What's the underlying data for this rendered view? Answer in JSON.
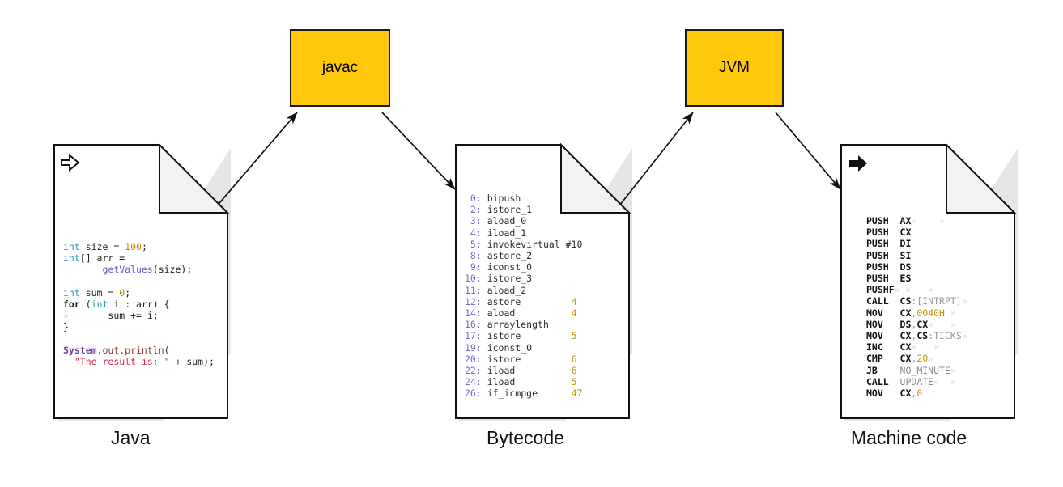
{
  "diagram": {
    "type": "java-compilation-pipeline",
    "background": "#ffffff",
    "accent_box_color": "#FFC80A",
    "stroke_color": "#1a1a1a"
  },
  "process_boxes": [
    {
      "id": "javac",
      "label": "javac"
    },
    {
      "id": "jvm",
      "label": "JVM"
    }
  ],
  "captions": {
    "java": "Java",
    "bytecode": "Bytecode",
    "machine": "Machine code"
  },
  "documents": {
    "java": {
      "caption": "Java",
      "header_icon": "arrow-right-outline-icon",
      "code_lines": [
        [
          {
            "t": "int",
            "c": "t-kw"
          },
          {
            "t": " size = ",
            "c": "t-plain"
          },
          {
            "t": "100",
            "c": "t-num"
          },
          {
            "t": ";",
            "c": "t-plain"
          }
        ],
        [
          {
            "t": "int",
            "c": "t-kw"
          },
          {
            "t": "[] arr =",
            "c": "t-plain"
          }
        ],
        [
          {
            "t": "       ",
            "c": "t-plain"
          },
          {
            "t": "getValues",
            "c": "t-meth"
          },
          {
            "t": "(size);",
            "c": "t-plain"
          }
        ],
        [
          {
            "t": "",
            "c": "t-plain"
          }
        ],
        [
          {
            "t": "int",
            "c": "t-kw"
          },
          {
            "t": " sum = ",
            "c": "t-plain"
          },
          {
            "t": "0",
            "c": "t-num"
          },
          {
            "t": ";",
            "c": "t-plain"
          }
        ],
        [
          {
            "t": "for",
            "c": "t-kw-b"
          },
          {
            "t": " (",
            "c": "t-plain"
          },
          {
            "t": "int",
            "c": "t-kw"
          },
          {
            "t": " i : arr) {",
            "c": "t-plain"
          }
        ],
        [
          {
            "t": "»",
            "c": "t-ws"
          },
          {
            "t": "       sum += i;",
            "c": "t-plain"
          }
        ],
        [
          {
            "t": "}",
            "c": "t-plain"
          }
        ],
        [
          {
            "t": "",
            "c": "t-plain"
          }
        ],
        [
          {
            "t": "System",
            "c": "t-cls"
          },
          {
            "t": ".out.println",
            "c": "t-mem"
          },
          {
            "t": "(",
            "c": "t-plain"
          }
        ],
        [
          {
            "t": "  ",
            "c": "t-plain"
          },
          {
            "t": "\"The result is: \"",
            "c": "t-str"
          },
          {
            "t": " + sum);",
            "c": "t-plain"
          }
        ]
      ]
    },
    "bytecode": {
      "caption": "Bytecode",
      "header_icon": null,
      "instructions": [
        {
          "index": " 0",
          "op": "bipush",
          "arg": ""
        },
        {
          "index": " 2",
          "op": "istore_1",
          "arg": ""
        },
        {
          "index": " 3",
          "op": "aload_0",
          "arg": ""
        },
        {
          "index": " 4",
          "op": "iload_1",
          "arg": ""
        },
        {
          "index": " 5",
          "op": "invokevirtual #10",
          "arg": ""
        },
        {
          "index": " 8",
          "op": "astore_2",
          "arg": ""
        },
        {
          "index": " 9",
          "op": "iconst_0",
          "arg": ""
        },
        {
          "index": "10",
          "op": "istore_3",
          "arg": ""
        },
        {
          "index": "11",
          "op": "aload_2",
          "arg": ""
        },
        {
          "index": "12",
          "op": "astore",
          "arg": "4"
        },
        {
          "index": "14",
          "op": "aload",
          "arg": "4"
        },
        {
          "index": "16",
          "op": "arraylength",
          "arg": ""
        },
        {
          "index": "17",
          "op": "istore",
          "arg": "5"
        },
        {
          "index": "19",
          "op": "iconst_0",
          "arg": ""
        },
        {
          "index": "20",
          "op": "istore",
          "arg": "6"
        },
        {
          "index": "22",
          "op": "iload",
          "arg": "6"
        },
        {
          "index": "24",
          "op": "iload",
          "arg": "5"
        },
        {
          "index": "26",
          "op": "if_icmpge",
          "arg": "47"
        }
      ]
    },
    "machine": {
      "caption": "Machine code",
      "header_icon": "arrow-right-solid-icon",
      "instructions": [
        {
          "mnemonic": "PUSH",
          "operand": [
            {
              "t": "AX",
              "c": "m-reg"
            },
            {
              "t": "»",
              "c": "m-ws"
            },
            {
              "t": "    »",
              "c": "m-ws"
            }
          ]
        },
        {
          "mnemonic": "PUSH",
          "operand": [
            {
              "t": "CX",
              "c": "m-reg"
            }
          ]
        },
        {
          "mnemonic": "PUSH",
          "operand": [
            {
              "t": "DI",
              "c": "m-reg"
            }
          ]
        },
        {
          "mnemonic": "PUSH",
          "operand": [
            {
              "t": "SI",
              "c": "m-reg"
            }
          ]
        },
        {
          "mnemonic": "PUSH",
          "operand": [
            {
              "t": "DS",
              "c": "m-reg"
            }
          ]
        },
        {
          "mnemonic": "PUSH",
          "operand": [
            {
              "t": "ES",
              "c": "m-reg"
            }
          ]
        },
        {
          "mnemonic": "PUSHF",
          "operand": [
            {
              "t": "» »   »",
              "c": "m-ws"
            }
          ],
          "inline": true
        },
        {
          "mnemonic": "CALL",
          "operand": [
            {
              "t": "CS",
              "c": "m-reg"
            },
            {
              "t": ":[INTRPT]",
              "c": "m-sym"
            },
            {
              "t": "»",
              "c": "m-ws"
            }
          ]
        },
        {
          "mnemonic": "MOV",
          "operand": [
            {
              "t": "CX",
              "c": "m-reg"
            },
            {
              "t": ",",
              "c": "m-sym"
            },
            {
              "t": "0040H",
              "c": "m-num"
            },
            {
              "t": " »",
              "c": "m-ws"
            }
          ]
        },
        {
          "mnemonic": "MOV",
          "operand": [
            {
              "t": "DS",
              "c": "m-reg"
            },
            {
              "t": ",",
              "c": "m-sym"
            },
            {
              "t": "CX",
              "c": "m-reg"
            },
            {
              "t": "»   »",
              "c": "m-ws"
            }
          ]
        },
        {
          "mnemonic": "MOV",
          "operand": [
            {
              "t": "CX",
              "c": "m-reg"
            },
            {
              "t": ",",
              "c": "m-sym"
            },
            {
              "t": "CS",
              "c": "m-reg"
            },
            {
              "t": ":TICKS",
              "c": "m-sym"
            },
            {
              "t": "»",
              "c": "m-ws"
            }
          ]
        },
        {
          "mnemonic": "INC",
          "operand": [
            {
              "t": "CX",
              "c": "m-reg"
            },
            {
              "t": "»   »",
              "c": "m-ws"
            }
          ]
        },
        {
          "mnemonic": "CMP",
          "operand": [
            {
              "t": "CX",
              "c": "m-reg"
            },
            {
              "t": ",",
              "c": "m-sym"
            },
            {
              "t": "20",
              "c": "m-num"
            },
            {
              "t": "»",
              "c": "m-ws"
            }
          ]
        },
        {
          "mnemonic": "JB",
          "operand": [
            {
              "t": "NO_MINUTE",
              "c": "m-lbl"
            },
            {
              "t": "»",
              "c": "m-ws"
            }
          ]
        },
        {
          "mnemonic": "CALL",
          "operand": [
            {
              "t": "UPDATE",
              "c": "m-lbl"
            },
            {
              "t": "»  »",
              "c": "m-ws"
            }
          ]
        },
        {
          "mnemonic": "MOV",
          "operand": [
            {
              "t": "CX",
              "c": "m-reg"
            },
            {
              "t": ",",
              "c": "m-sym"
            },
            {
              "t": "0",
              "c": "m-num"
            }
          ]
        }
      ]
    }
  },
  "connectors": [
    {
      "from": "java-document",
      "to": "javac-box"
    },
    {
      "from": "javac-box",
      "to": "bytecode-document"
    },
    {
      "from": "bytecode-document",
      "to": "jvm-box"
    },
    {
      "from": "jvm-box",
      "to": "machine-code-document"
    }
  ]
}
